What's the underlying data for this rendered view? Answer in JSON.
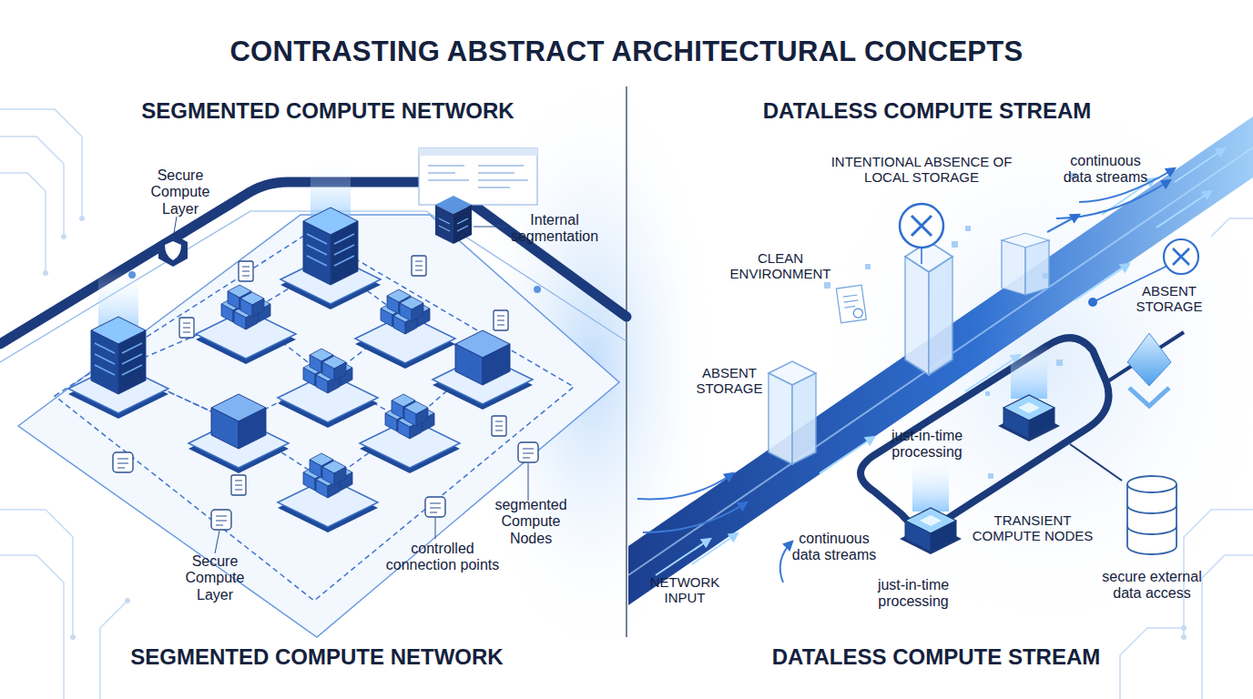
{
  "diagram": {
    "title": "CONTRASTING ABSTRACT ARCHITECTURAL CONCEPTS",
    "labels": [
      "SEGMENTED COMPUTE NETWORK",
      "DATALESS COMPUTE STREAM",
      "INTENTIONAL ABSENCE OF LOCAL STORAGE",
      "continuous data streams",
      "Secure Compute Layer",
      "Internal segmentation",
      "CLEAN ENVIRONMENT",
      "ABSENT STORAGE",
      "ABSENT STORAGE",
      "just-in-time processing",
      "segmented Compute Nodes",
      "TRANSIENT COMPUTE NODES",
      "continuous data streams",
      "controlled connection points",
      "Secure Compute Layer",
      "NETWORK INPUT",
      "just-in-time processing",
      "secure external data access",
      "SEGMENTED COMPUTE NETWORK",
      "DATALESS COMPUTE STREAM"
    ]
  }
}
